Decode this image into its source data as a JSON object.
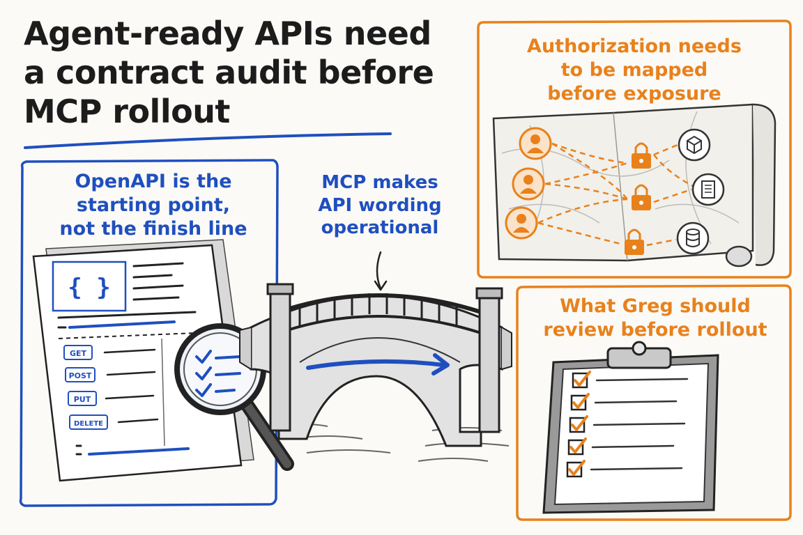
{
  "title": {
    "lines": [
      "Agent-ready APIs need",
      "a contract audit before",
      "MCP rollout"
    ]
  },
  "openapi_panel": {
    "lines": [
      "OpenAPI is the",
      "starting point,",
      "not the finish line"
    ],
    "methods": [
      "GET",
      "POST",
      "PUT",
      "DELETE"
    ],
    "braces": "{ }"
  },
  "bridge_label": {
    "lines": [
      "MCP makes",
      "API wording",
      "operational"
    ]
  },
  "authorization_panel": {
    "lines": [
      "Authorization needs",
      "to be mapped",
      "before exposure"
    ]
  },
  "review_panel": {
    "lines": [
      "What Greg should",
      "review before rollout"
    ],
    "checklist_count": 5
  },
  "colors": {
    "blue": "#1f4fbf",
    "orange": "#e8811c",
    "ink": "#1c1c1c"
  },
  "icons": [
    "curly-braces-icon",
    "magnifier-icon",
    "user-icon",
    "lock-icon",
    "cube-icon",
    "document-icon",
    "database-icon",
    "checkmark-icon",
    "arrow-icon"
  ]
}
